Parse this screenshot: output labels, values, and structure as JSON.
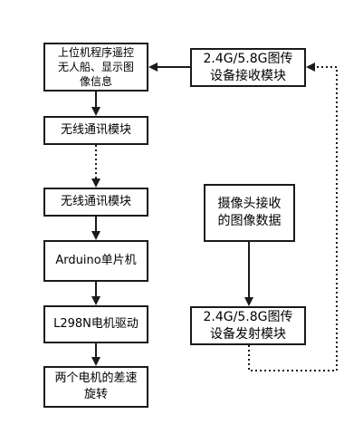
{
  "nodes": {
    "control": "上位机程序遥控\n无人船、显示图\n像信息",
    "wireless_1": "无线通讯模块",
    "wireless_2": "无线通讯模块",
    "arduino": "Arduino单片机",
    "l298n": "L298N电机驱动",
    "motors": "两个电机的差速\n旋转",
    "receiver": "2.4G/5.8G图传\n设备接收模块",
    "camera": "摄像头接收\n的图像数据",
    "transmitter": "2.4G/5.8G图传\n设备发射模块"
  },
  "colors": {
    "stroke": "#1a1a1a",
    "background": "#ffffff",
    "text": "#000000"
  }
}
